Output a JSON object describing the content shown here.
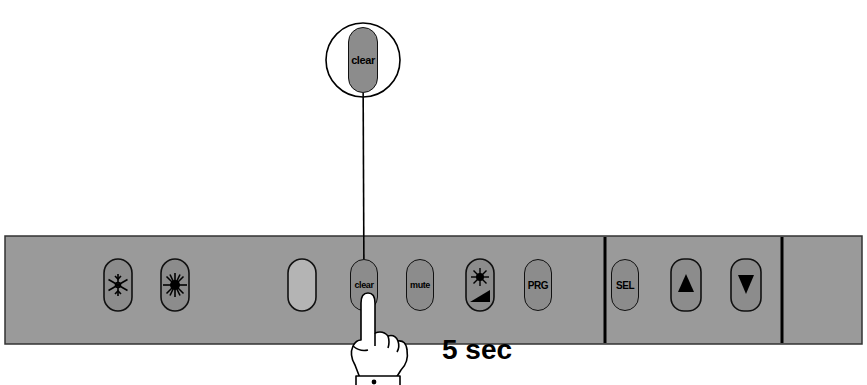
{
  "diagram": {
    "nodes": [
      {
        "text": [
          "clear"
        ]
      },
      {
        "text": [
          "clear"
        ]
      },
      {
        "text": [
          "mute"
        ]
      },
      {
        "text": [
          "PRG"
        ]
      },
      {
        "text": [
          "SEL"
        ]
      }
    ],
    "edges": [
      {
        "from": 0,
        "to": 1,
        "arrow": "none"
      }
    ],
    "labels": [
      "5 sec"
    ]
  }
}
